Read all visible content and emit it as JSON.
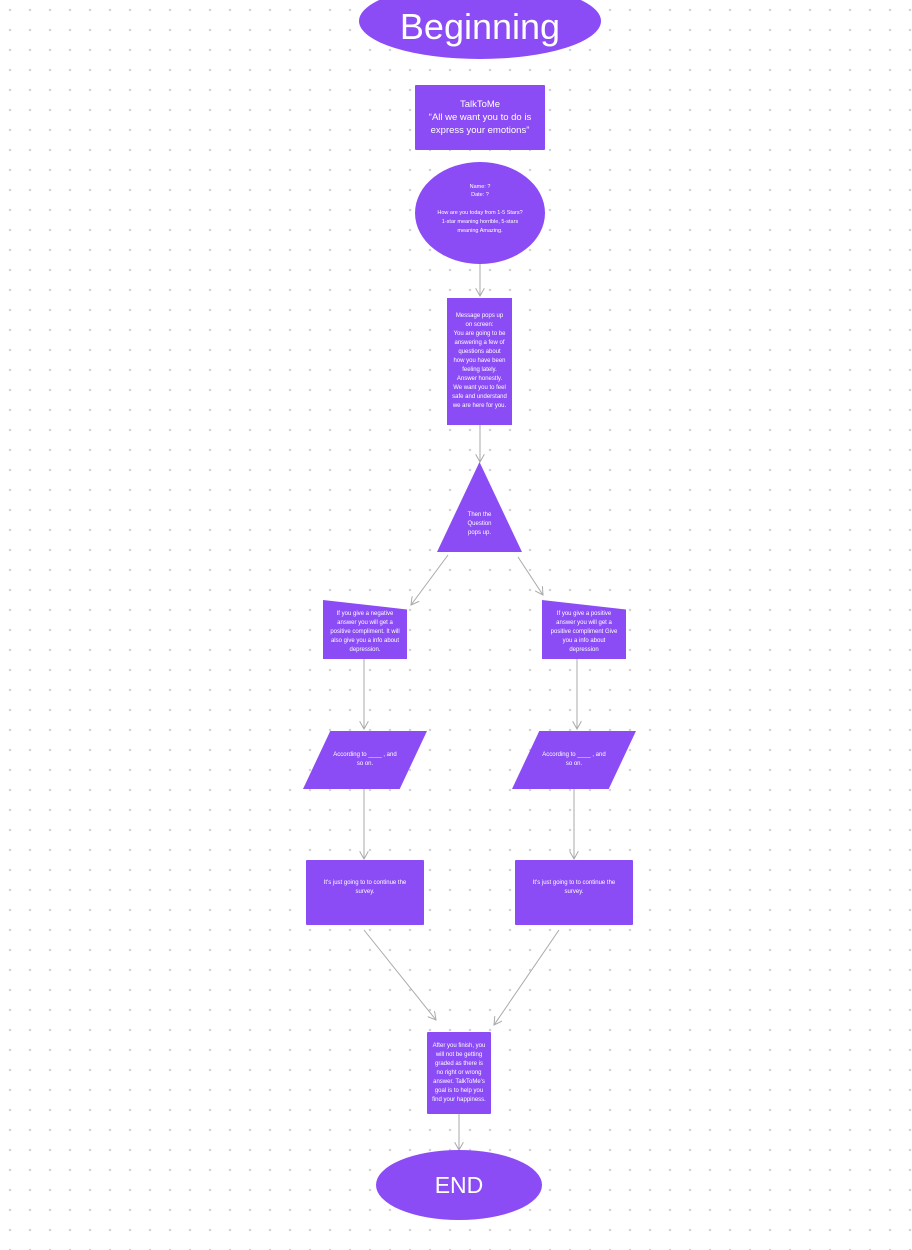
{
  "colors": {
    "node_fill": "#8b4cf5",
    "node_text": "#ffffff",
    "connector": "#a9a9a9",
    "grid_dots": "#d3d3d3"
  },
  "nodes": {
    "beginning": "Beginning",
    "intro": "TalkToMe\n“All we want you to do is\nexpress your emotions”",
    "info": "Name: ?\nDate: ?\n\nHow are you today from 1-5 Stars?  1-star meaning horrible, 5-stars meaning Amazing.",
    "message": "Message pops up on screen:\nYou are going to be answering a few of questions about how you have been feeling lately. Answer honestly. We want you to feel safe and understand we are here for you.",
    "question": "Then the Question pops up.",
    "negative": "If you give a negative answer you will get a positive compliment. It will also give you a info about depression.",
    "positive": "If you give a positive answer you will get a positive compliment Give you a info about depression",
    "according_left": "According to ____ , and so on.",
    "according_right": "According to ____ , and so on.",
    "continue_left": "It's just going to to continue the survey.",
    "continue_right": "It's just going to to continue the survey.",
    "finish": "After you finish, you will not be getting graded as there is no right or wrong answer. TalkToMe's goal is to help you find your happiness.",
    "end": "END"
  }
}
